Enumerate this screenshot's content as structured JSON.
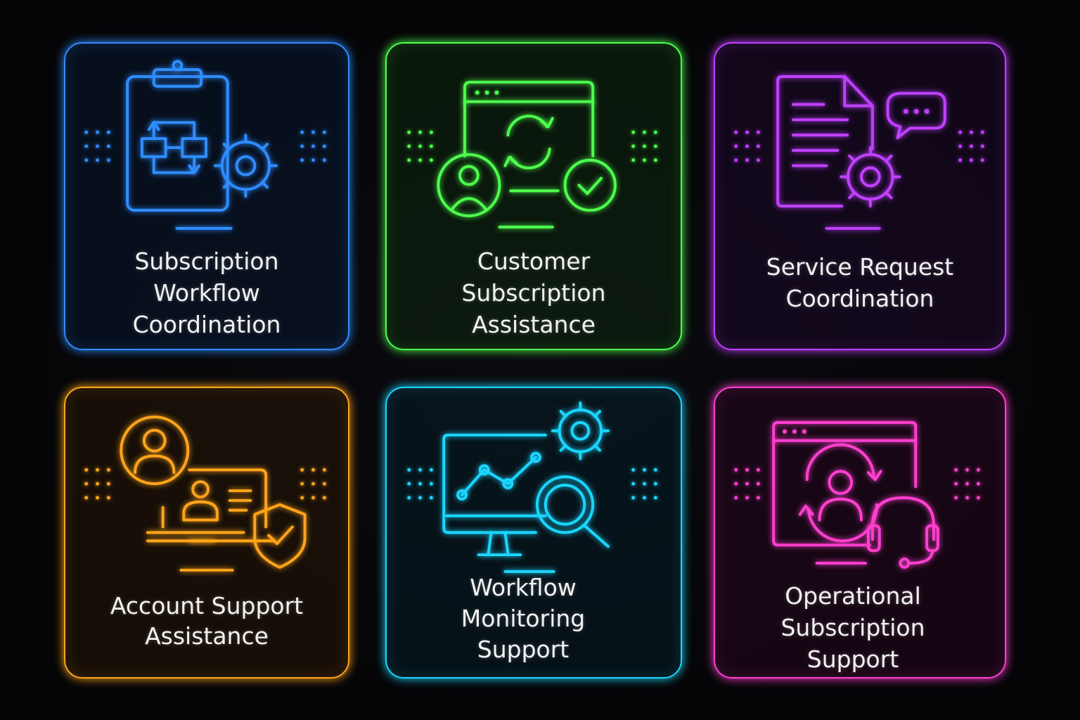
{
  "cards": [
    {
      "lines": [
        "Subscription",
        "Workflow",
        "Coordination"
      ],
      "color": "#2f8dff",
      "icon": "clipboard-workflow-gear-icon"
    },
    {
      "lines": [
        "Customer",
        "Subscription",
        "Assistance"
      ],
      "color": "#4dff4d",
      "icon": "browser-sync-user-check-icon"
    },
    {
      "lines": [
        "Service Request",
        "Coordination"
      ],
      "color": "#c040ff",
      "icon": "document-chat-gear-icon"
    },
    {
      "lines": [
        "Account Support",
        "Assistance"
      ],
      "color": "#ffa41a",
      "icon": "laptop-user-shield-icon"
    },
    {
      "lines": [
        "Workflow",
        "Monitoring",
        "Support"
      ],
      "color": "#1ad6ff",
      "icon": "monitor-chart-gear-magnifier-icon"
    },
    {
      "lines": [
        "Operational",
        "Subscription",
        "Support"
      ],
      "color": "#ff3fcf",
      "icon": "browser-user-headset-icon"
    }
  ]
}
